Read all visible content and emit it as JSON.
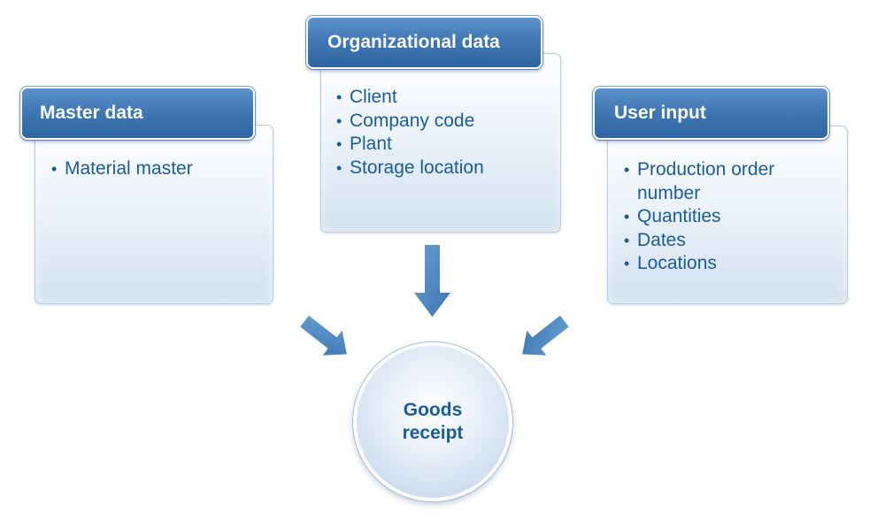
{
  "colors": {
    "tab_blue": "#3f78b5",
    "text_blue": "#1a5c9a",
    "arrow_blue": "#4a86c2"
  },
  "master": {
    "title": "Master data",
    "items": [
      "Material master"
    ]
  },
  "org": {
    "title": "Organizational data",
    "items": [
      "Client",
      "Company code",
      "Plant",
      "Storage location"
    ]
  },
  "user": {
    "title": "User input",
    "items": [
      "Production order number",
      "Quantities",
      "Dates",
      "Locations"
    ]
  },
  "target": {
    "label": "Goods receipt"
  }
}
